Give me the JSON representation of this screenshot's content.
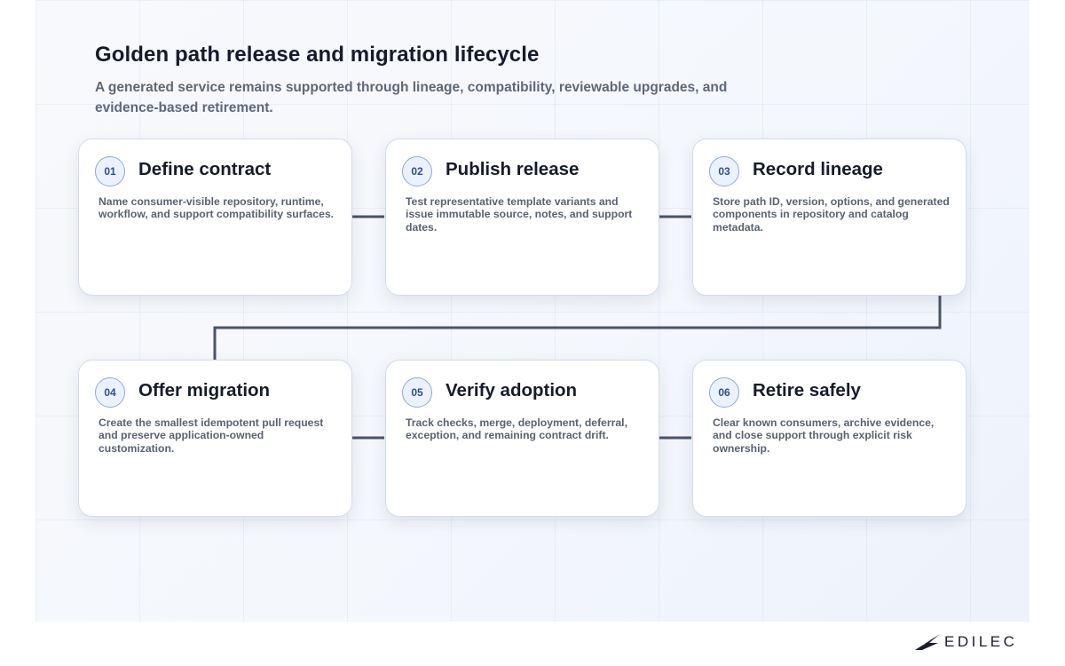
{
  "header": {
    "title": "Golden path release and migration lifecycle",
    "subtitle": "A generated service remains supported through lineage, compatibility, reviewable upgrades, and evidence-based retirement."
  },
  "steps": [
    {
      "number": "01",
      "title": "Define contract",
      "description": "Name consumer-visible repository, runtime, workflow, and support compatibility surfaces."
    },
    {
      "number": "02",
      "title": "Publish release",
      "description": "Test representative template variants and issue immutable source, notes, and support dates."
    },
    {
      "number": "03",
      "title": "Record lineage",
      "description": "Store path ID, version, options, and generated components in repository and catalog metadata."
    },
    {
      "number": "04",
      "title": "Offer migration",
      "description": "Create the smallest idempotent pull request and preserve application-owned customization."
    },
    {
      "number": "05",
      "title": "Verify adoption",
      "description": "Track checks, merge, deployment, deferral, exception, and remaining contract drift."
    },
    {
      "number": "06",
      "title": "Retire safely",
      "description": "Clear known consumers, archive evidence, and close support through explicit risk ownership."
    }
  ],
  "brand": {
    "name": "EDILEC",
    "logo_icon": "wing-mark-icon"
  },
  "colors": {
    "connector": "#4a5468",
    "badge_border": "#8ea8d9",
    "badge_text": "#2d4f8f"
  }
}
